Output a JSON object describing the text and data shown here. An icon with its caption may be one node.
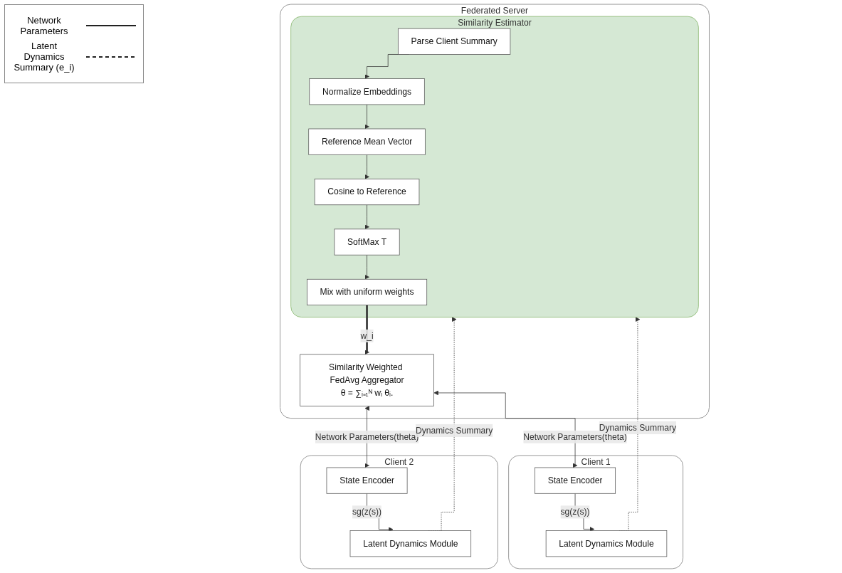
{
  "diagram": {
    "nodes": [
      {
        "text": [
          "Federated Server"
        ]
      },
      {
        "text": [
          "Similarity Estimator"
        ],
        "in": 0
      },
      {
        "text": [
          "Parse Client Summary"
        ],
        "in": 1
      },
      {
        "text": [
          "Normalize Embeddings"
        ],
        "in": 1
      },
      {
        "text": [
          "Reference Mean Vector"
        ],
        "in": 1
      },
      {
        "text": [
          "Cosine to Reference"
        ],
        "in": 1
      },
      {
        "text": [
          "SoftMax T"
        ],
        "in": 1
      },
      {
        "text": [
          "Mix with uniform weights"
        ],
        "in": 1
      },
      {
        "text": [
          "Similarity Weighted FedAvg Aggregator",
          "θ = ∑ᵢ₌₁ᴺ wᵢ θᵢ."
        ],
        "in": 0
      },
      {
        "text": [
          "Client 1"
        ]
      },
      {
        "text": [
          "State Encoder"
        ],
        "in": 9
      },
      {
        "text": [
          "Latent Dynamics Module"
        ],
        "in": 9
      },
      {
        "text": [
          "Client 2"
        ]
      },
      {
        "text": [
          "State Encoder"
        ],
        "in": 12
      },
      {
        "text": [
          "Latent Dynamics Module"
        ],
        "in": 12
      }
    ],
    "edges": [
      {
        "from": 2,
        "to": 3,
        "arrow": "to"
      },
      {
        "from": 3,
        "to": 4,
        "arrow": "to"
      },
      {
        "from": 4,
        "to": 5,
        "arrow": "to"
      },
      {
        "from": 5,
        "to": 6,
        "arrow": "to"
      },
      {
        "from": 6,
        "to": 7,
        "arrow": "to"
      },
      {
        "from": 7,
        "to": 8,
        "arrow": "to",
        "label": "w_i",
        "style": "thick"
      },
      {
        "from": 8,
        "to": 10,
        "arrow": "both",
        "label": "Network Parameters(theta)"
      },
      {
        "from": 11,
        "to": 1,
        "arrow": "to",
        "label": "Dynamics Summary",
        "style": "dashed"
      },
      {
        "from": 8,
        "to": 13,
        "arrow": "both",
        "label": "Network Parameters(theta)"
      },
      {
        "from": 14,
        "to": 1,
        "arrow": "to",
        "label": "Dynamics Summary",
        "style": "dashed"
      },
      {
        "from": 10,
        "to": 11,
        "arrow": "to",
        "label": "sg(z(s))"
      },
      {
        "from": 13,
        "to": 14,
        "arrow": "to",
        "label": "sg(z(s))"
      }
    ],
    "legend": [
      {
        "text": "Network Parameters"
      },
      {
        "text": "Latent Dynamics Summary (e_i)"
      }
    ]
  }
}
